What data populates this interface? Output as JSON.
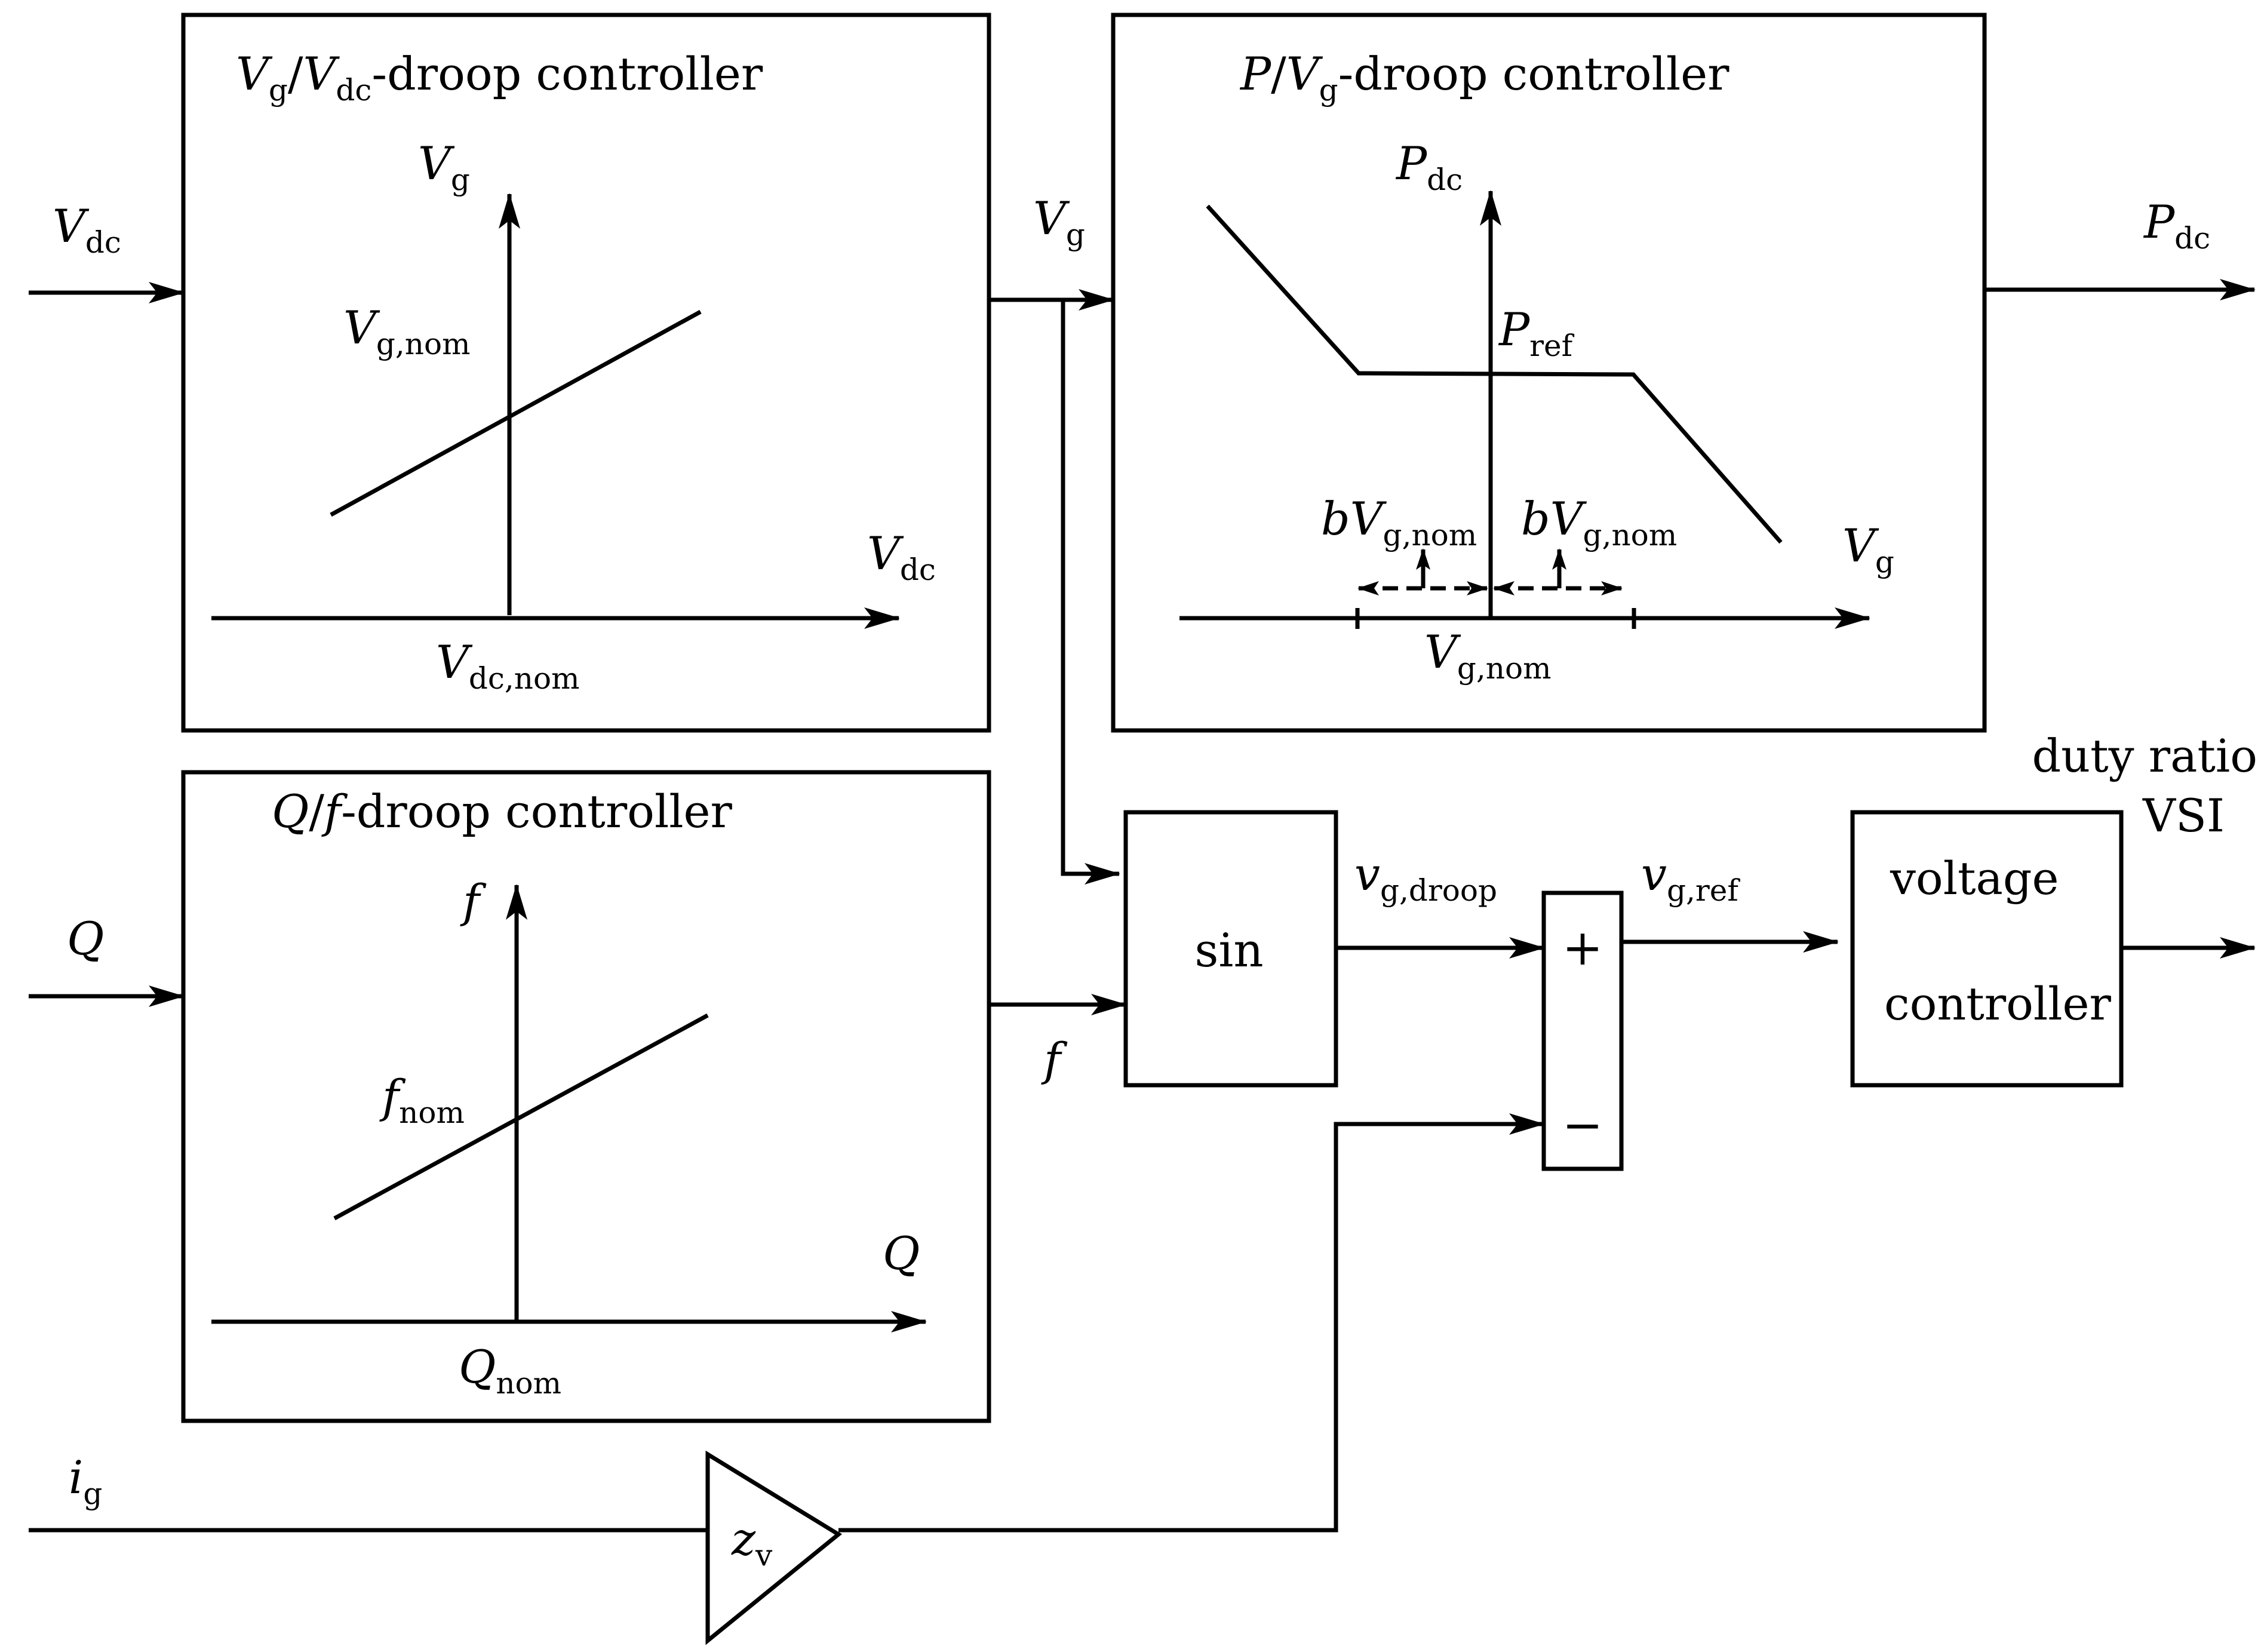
{
  "blocks": {
    "vg_vdc_title": {
      "a": "V",
      "a_sub": "g",
      "b": "/",
      "c": "V",
      "c_sub": "dc",
      "d": "-droop controller"
    },
    "p_vg_title": {
      "a": "P",
      "b": "/",
      "c": "V",
      "c_sub": "g",
      "d": "-droop controller"
    },
    "q_f_title": {
      "a": "Q",
      "b": "/",
      "c": "f",
      "d": "-droop controller"
    },
    "sin": "sin",
    "voltage_controller": {
      "line1": "voltage",
      "line2": "controller"
    },
    "gain": {
      "main": "z",
      "sub": "v"
    },
    "sum": {
      "plus": "+",
      "minus": "−"
    }
  },
  "graphs": {
    "vg_vdc": {
      "y_axis": {
        "main": "V",
        "sub": "g"
      },
      "x_axis": {
        "main": "V",
        "sub": "dc"
      },
      "y_mark": {
        "main": "V",
        "sub": "g,nom"
      },
      "x_mark": {
        "main": "V",
        "sub": "dc,nom"
      }
    },
    "p_vg": {
      "y_axis": {
        "main": "P",
        "sub": "dc"
      },
      "x_axis": {
        "main": "V",
        "sub": "g"
      },
      "ref_mark": {
        "main": "P",
        "sub": "ref"
      },
      "x_mark": {
        "main": "V",
        "sub": "g,nom"
      },
      "band_left": {
        "pre": "b",
        "main": "V",
        "sub": "g,nom"
      },
      "band_right": {
        "pre": "b",
        "main": "V",
        "sub": "g,nom"
      }
    },
    "q_f": {
      "y_axis": {
        "main": "f"
      },
      "x_axis": {
        "main": "Q"
      },
      "y_mark": {
        "main": "f",
        "sub": "nom"
      },
      "x_mark": {
        "main": "Q",
        "sub": "nom"
      }
    }
  },
  "signals": {
    "vdc_in": {
      "main": "V",
      "sub": "dc"
    },
    "q_in": {
      "main": "Q"
    },
    "ig_in": {
      "main": "i",
      "sub": "g"
    },
    "vg_mid": {
      "main": "V",
      "sub": "g"
    },
    "f_mid": {
      "main": "f"
    },
    "pdc_out": {
      "main": "P",
      "sub": "dc"
    },
    "vg_droop": {
      "main": "v",
      "sub": "g,droop"
    },
    "vg_ref": {
      "main": "v",
      "sub": "g,ref"
    },
    "duty_out": {
      "line1": "duty ratio",
      "line2": "VSI"
    }
  }
}
